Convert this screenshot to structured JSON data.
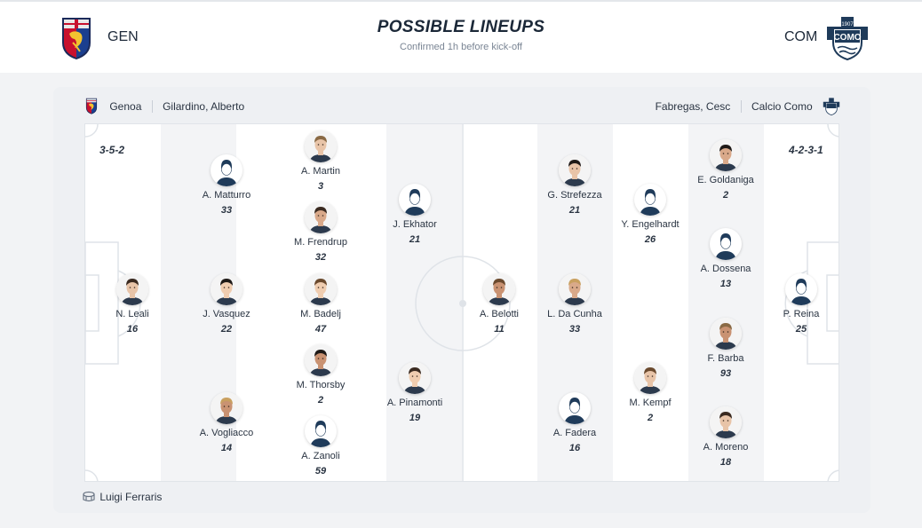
{
  "header": {
    "title": "POSSIBLE LINEUPS",
    "subtitle": "Confirmed 1h before kick-off",
    "home_abbr": "GEN",
    "away_abbr": "COM",
    "away_crest_text": "1907 COMO"
  },
  "teams": {
    "home": {
      "name": "Genoa",
      "coach": "Gilardino, Alberto",
      "formation": "3-5-2"
    },
    "away": {
      "name": "Calcio Como",
      "coach": "Fabregas, Cesc",
      "formation": "4-2-3-1"
    }
  },
  "venue": {
    "stadium": "Luigi Ferraris"
  },
  "colors": {
    "genoa_red": "#c8102e",
    "genoa_blue": "#1b2a5a",
    "como_navy": "#1f3b5a"
  },
  "players": {
    "home": [
      {
        "name": "N. Leali",
        "number": "16",
        "photo": "person"
      },
      {
        "name": "A. Matturro",
        "number": "33",
        "photo": "silhouette"
      },
      {
        "name": "J. Vasquez",
        "number": "22",
        "photo": "person"
      },
      {
        "name": "A. Vogliacco",
        "number": "14",
        "photo": "person"
      },
      {
        "name": "A. Martin",
        "number": "3",
        "photo": "person"
      },
      {
        "name": "M. Frendrup",
        "number": "32",
        "photo": "person"
      },
      {
        "name": "M. Badelj",
        "number": "47",
        "photo": "person"
      },
      {
        "name": "M. Thorsby",
        "number": "2",
        "photo": "person"
      },
      {
        "name": "A. Zanoli",
        "number": "59",
        "photo": "silhouette"
      },
      {
        "name": "J. Ekhator",
        "number": "21",
        "photo": "silhouette"
      },
      {
        "name": "A. Pinamonti",
        "number": "19",
        "photo": "person"
      }
    ],
    "away": [
      {
        "name": "A. Belotti",
        "number": "11",
        "photo": "person"
      },
      {
        "name": "G. Strefezza",
        "number": "21",
        "photo": "person"
      },
      {
        "name": "L. Da Cunha",
        "number": "33",
        "photo": "person"
      },
      {
        "name": "A. Fadera",
        "number": "16",
        "photo": "silhouette"
      },
      {
        "name": "Y. Engelhardt",
        "number": "26",
        "photo": "silhouette"
      },
      {
        "name": "M. Kempf",
        "number": "2",
        "photo": "person"
      },
      {
        "name": "E. Goldaniga",
        "number": "2",
        "photo": "person"
      },
      {
        "name": "A. Dossena",
        "number": "13",
        "photo": "silhouette"
      },
      {
        "name": "F. Barba",
        "number": "93",
        "photo": "person"
      },
      {
        "name": "A. Moreno",
        "number": "18",
        "photo": "person"
      },
      {
        "name": "P. Reina",
        "number": "25",
        "photo": "silhouette"
      }
    ]
  }
}
